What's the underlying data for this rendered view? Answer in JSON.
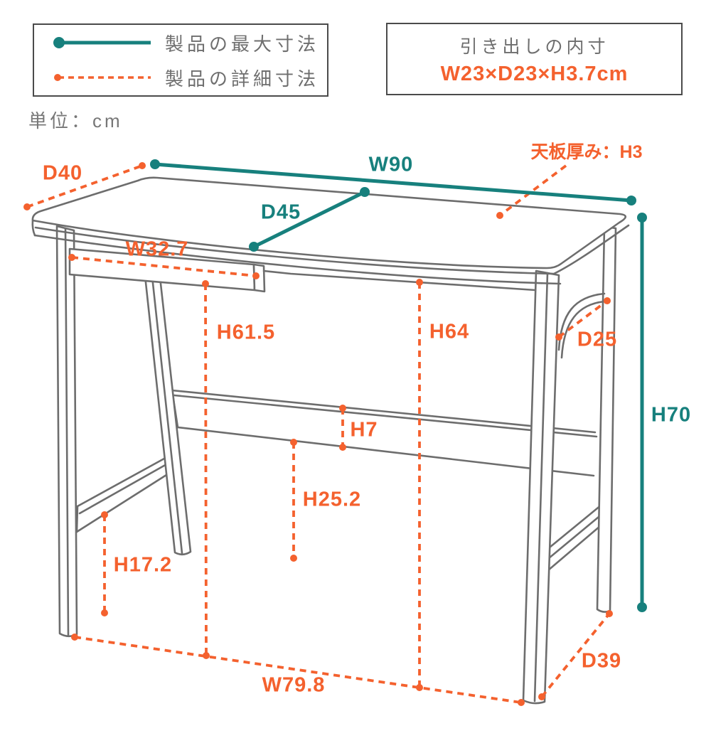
{
  "colors": {
    "teal": "#17807d",
    "orange": "#f4612e",
    "line_gray": "#6d6d6d",
    "text_gray": "#6e6e6e",
    "box_border": "#4b4b4b"
  },
  "legend": {
    "max_label": "製品の最大寸法",
    "detail_label": "製品の詳細寸法"
  },
  "drawer_info": {
    "title": "引き出しの内寸",
    "value": "W23×D23×H3.7cm"
  },
  "unit_note": "単位：cm",
  "dimensions": {
    "d40": "D40",
    "w90": "W90",
    "top_thickness": "天板厚み：H3",
    "d45": "D45",
    "w32_7": "W32.7",
    "h61_5": "H61.5",
    "h64": "H64",
    "d25": "D25",
    "h70": "H70",
    "h7": "H7",
    "h25_2": "H25.2",
    "h17_2": "H17.2",
    "w79_8": "W79.8",
    "d39": "D39"
  }
}
